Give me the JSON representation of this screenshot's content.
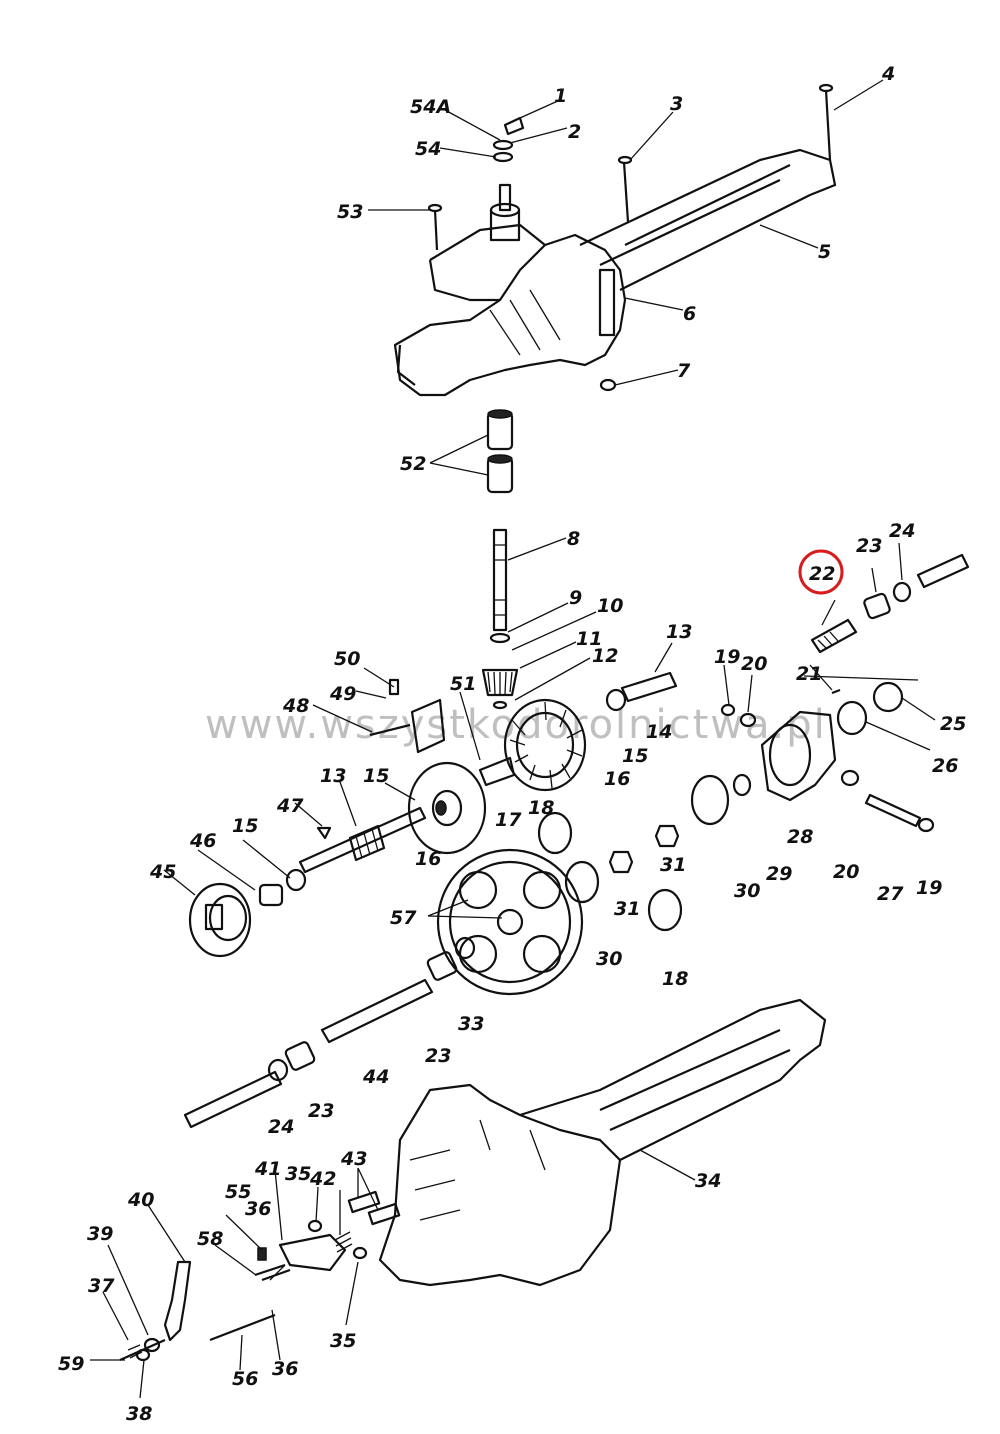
{
  "watermark": "www.wszystkodorolnictwa.pl",
  "highlight": {
    "label": "22",
    "color": "#d81c1c"
  },
  "labels": [
    "1",
    "2",
    "3",
    "4",
    "5",
    "6",
    "7",
    "8",
    "9",
    "10",
    "11",
    "12",
    "13",
    "13",
    "14",
    "15",
    "15",
    "15",
    "16",
    "16",
    "17",
    "18",
    "18",
    "19",
    "19",
    "20",
    "20",
    "21",
    "22",
    "23",
    "23",
    "23",
    "24",
    "24",
    "25",
    "26",
    "27",
    "28",
    "29",
    "30",
    "30",
    "31",
    "31",
    "33",
    "34",
    "35",
    "35",
    "36",
    "36",
    "37",
    "38",
    "39",
    "40",
    "41",
    "42",
    "43",
    "44",
    "45",
    "46",
    "47",
    "48",
    "49",
    "50",
    "51",
    "52",
    "53",
    "54",
    "54A",
    "55",
    "56",
    "57",
    "58",
    "59"
  ]
}
